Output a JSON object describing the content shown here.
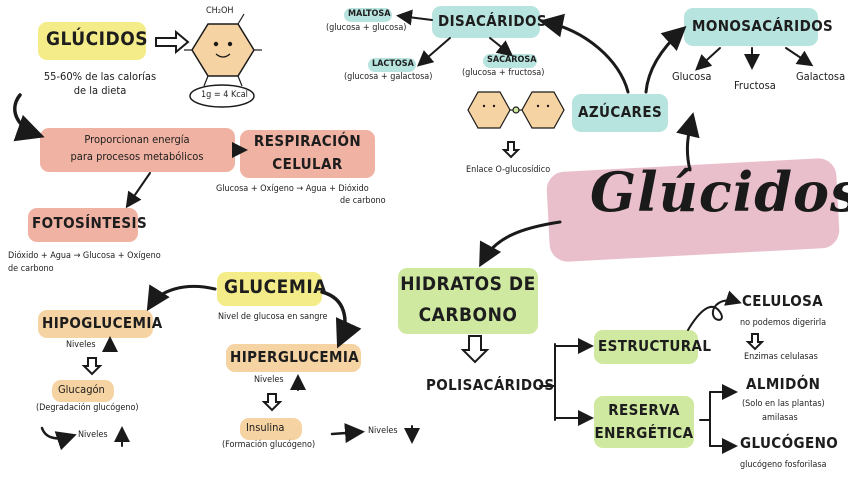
{
  "main_title": "Glúcidos",
  "left": {
    "glucidos_label": "GLÚCIDOS",
    "calories": [
      "55-60% de las calorías",
      "de la dieta"
    ],
    "molecule_top": "CH₂OH",
    "kcal": "1g = 4 Kcal",
    "processes": [
      "Proporcionan energía",
      "para procesos metabólicos"
    ],
    "respiration": [
      "RESPIRACIÓN",
      "CELULAR"
    ],
    "respiration_eq": [
      "Glucosa + Oxígeno → Agua + Dióxido",
      "de carbono"
    ],
    "photosynthesis": "FOTOSÍNTESIS",
    "photo_eq": [
      "Dióxido + Agua → Glucosa + Oxígeno",
      "de carbono"
    ]
  },
  "glucemia": {
    "label": "GLUCEMIA",
    "desc": "Nivel de glucosa en sangre",
    "hypo": "HIPOGLUCEMIA",
    "hypo_niveles": "Niveles",
    "glucagon": "Glucagón",
    "glucagon_desc": "(Degradación glucógeno)",
    "niveles_up": "Niveles",
    "hyper": "HIPERGLUCEMIA",
    "hyper_niveles": "Niveles",
    "insulina": "Insulina",
    "insulina_desc": "(Formación glucógeno)",
    "niveles_down": "Niveles"
  },
  "top": {
    "maltosa": "MALTOSA",
    "maltosa_desc": "(glucosa + glucosa)",
    "disacaridos": "DISACÁRIDOS",
    "lactosa": "LACTOSA",
    "lactosa_desc": "(glucosa + galactosa)",
    "sacarosa": "SACAROSA",
    "sacarosa_desc": "(glucosa + fructosa)",
    "enlace": "Enlace O-glucosídico",
    "monosacaridos": "MONOSACÁRIDOS",
    "glucosa": "Glucosa",
    "fructosa": "Fructosa",
    "galactosa": "Galactosa",
    "azucares": "AZÚCARES"
  },
  "right": {
    "hidratos": [
      "HIDRATOS DE",
      "CARBONO"
    ],
    "polisacaridos": "POLISACÁRIDOS",
    "estructural": "ESTRUCTURAL",
    "celulosa": "CELULOSA",
    "celulosa_desc": "no podemos digerirla",
    "enzimas": "Enzimas celulasas",
    "reserva": [
      "RESERVA",
      "ENERGÉTICA"
    ],
    "almidon": "ALMIDÓN",
    "almidon_desc": [
      "(Solo en las plantas)",
      "amilasas"
    ],
    "glucogeno": "GLUCÓGENO",
    "glucogeno_desc": "glucógeno fosforilasa"
  }
}
